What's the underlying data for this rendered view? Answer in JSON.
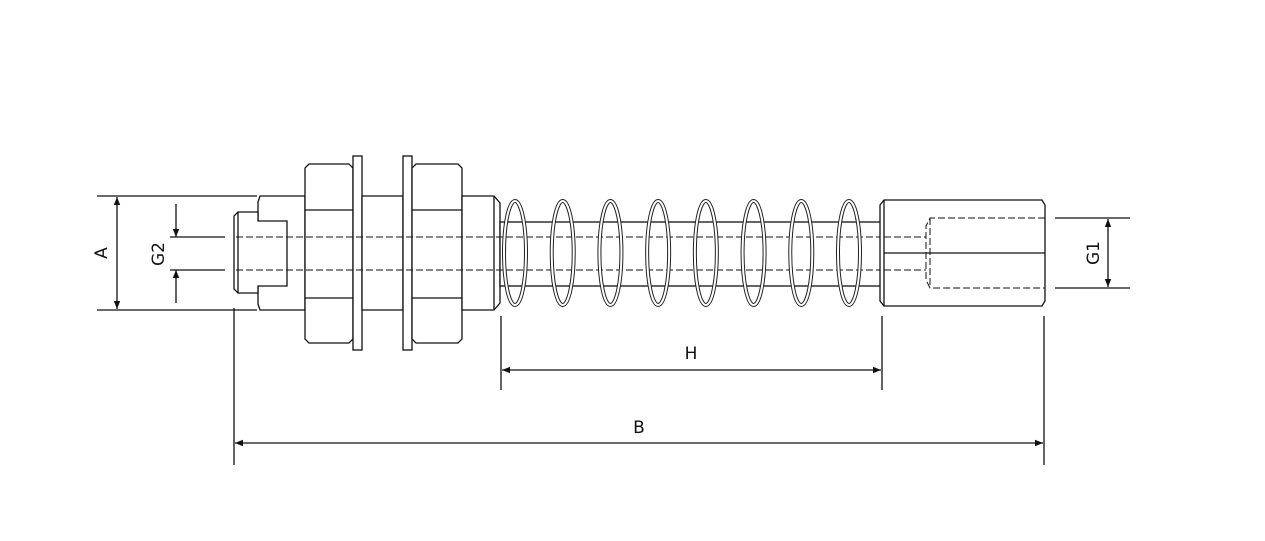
{
  "dimensions": {
    "A": "A",
    "G2": "G2",
    "G1": "G1",
    "H": "H",
    "B": "B"
  },
  "spring": {
    "coil_count": 8
  }
}
